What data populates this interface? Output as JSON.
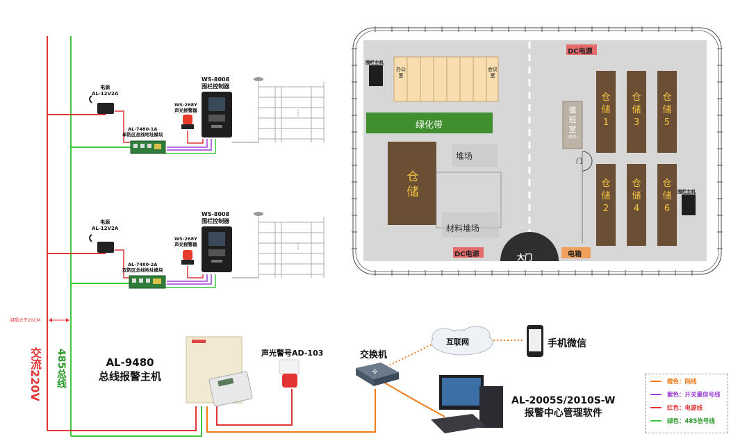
{
  "left": {
    "ac_label": "交流220V",
    "bus_label": "485总线",
    "spacing_note": "间隔大于20CM",
    "zone1": {
      "power_name": "电源",
      "power_model": "AL-12V2A",
      "module_model": "AL-7480-1A",
      "module_desc": "单防区总线地址模块",
      "alarm_model": "WS-268Y",
      "alarm_desc": "声光报警器",
      "controller_model": "WS-8008",
      "controller_desc": "围栏控制器"
    },
    "zone2": {
      "power_name": "电源",
      "power_model": "AL-12V2A",
      "module_model": "AL-7480-2A",
      "module_desc": "双防区总线地址模块",
      "alarm_model": "WS-268Y",
      "alarm_desc": "声光报警器",
      "controller_model": "WS-8008",
      "controller_desc": "围栏控制器"
    }
  },
  "bottom": {
    "host_model": "AL-9480",
    "host_desc": "总线报警主机",
    "siren_label": "声光警号AD-103",
    "switch_label": "交换机",
    "internet_label": "互联网",
    "mobile_label": "手机微信",
    "software_model": "AL-2005S/2010S-W",
    "software_desc": "报警中心管理软件"
  },
  "map": {
    "dc_top": "DC电源",
    "dc_bottom": "DC电源",
    "office": "办公室",
    "meeting": "会议室",
    "host_left": "围栏主机",
    "host_right": "围栏主机",
    "green_belt": "绿化带",
    "big_storage": "仓储",
    "yard": "堆场",
    "material_yard": "材料堆场",
    "duty_room": "值班室",
    "duty_sub": "(机房)",
    "door": "门",
    "gate": "大门",
    "elec_box": "电箱",
    "storage_units": [
      {
        "name": "仓储",
        "num": "1"
      },
      {
        "name": "仓储",
        "num": "3"
      },
      {
        "name": "仓储",
        "num": "5"
      },
      {
        "name": "仓储",
        "num": "2"
      },
      {
        "name": "仓储",
        "num": "4"
      },
      {
        "name": "仓储",
        "num": "6"
      }
    ]
  },
  "legend": [
    {
      "label": "橙色：网线",
      "color": "#f07c1a"
    },
    {
      "label": "紫色：开关量信号线",
      "color": "#9b3fd6"
    },
    {
      "label": "红色：电源线",
      "color": "#e23434"
    },
    {
      "label": "绿色：485信号线",
      "color": "#3cc83c"
    }
  ],
  "colors": {
    "red": "#e23434",
    "green": "#3cc83c",
    "orange": "#f07c1a",
    "purple": "#9b3fd6"
  }
}
